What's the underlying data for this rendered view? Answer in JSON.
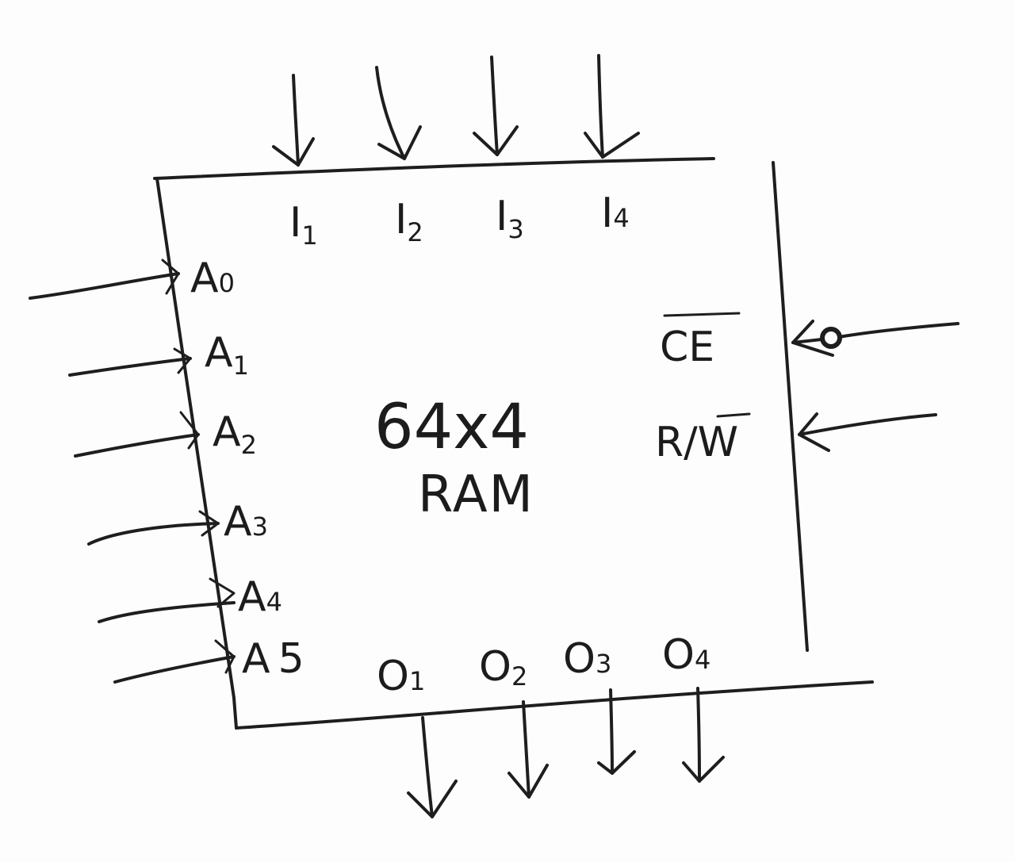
{
  "chip": {
    "size_label": "64x4",
    "type_label": "RAM"
  },
  "pins": {
    "data_inputs": [
      {
        "letter": "I",
        "index": "1"
      },
      {
        "letter": "I",
        "index": "2"
      },
      {
        "letter": "I",
        "index": "3"
      },
      {
        "letter": "I",
        "index": "4"
      }
    ],
    "address_inputs": [
      {
        "letter": "A",
        "index": "0"
      },
      {
        "letter": "A",
        "index": "1"
      },
      {
        "letter": "A",
        "index": "2"
      },
      {
        "letter": "A",
        "index": "3"
      },
      {
        "letter": "A",
        "index": "4"
      },
      {
        "letter": "A",
        "index": "5"
      }
    ],
    "data_outputs": [
      {
        "letter": "O",
        "index": "1"
      },
      {
        "letter": "O",
        "index": "2"
      },
      {
        "letter": "O",
        "index": "3"
      },
      {
        "letter": "O",
        "index": "4"
      }
    ],
    "control": {
      "chip_enable": "CE",
      "read_write_r": "R",
      "read_write_sep": "/",
      "read_write_w": "W"
    }
  }
}
